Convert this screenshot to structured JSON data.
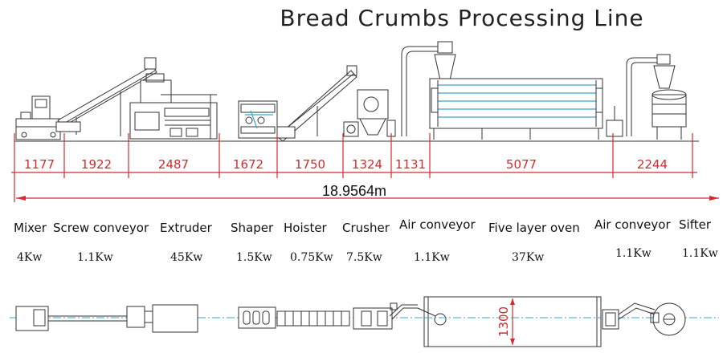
{
  "title": "Bread Crumbs Processing Line",
  "dimensions": [
    "1177",
    "1922",
    "2487",
    "1672",
    "1750",
    "1324",
    "1131",
    "5077",
    "2244"
  ],
  "total_length": "18.9564m",
  "oven_width": "1300",
  "machines": [
    {
      "name": "Mixer",
      "power": "4Kw"
    },
    {
      "name": "Screw conveyor",
      "power": "1.1Kw"
    },
    {
      "name": "Extruder",
      "power": "45Kw"
    },
    {
      "name": "Shaper",
      "power": "1.5Kw"
    },
    {
      "name": "Hoister",
      "power": "0.75Kw"
    },
    {
      "name": "Crusher",
      "power": "7.5Kw"
    },
    {
      "name": "Air conveyor",
      "power": "1.1Kw"
    },
    {
      "name": "Five layer oven",
      "power": "37Kw"
    },
    {
      "name": "Air conveyor",
      "power": "1.1Kw"
    },
    {
      "name": "Sifter",
      "power": "1.1Kw"
    }
  ],
  "colors": {
    "dimension": "#d42a2a",
    "centerline": "#3aa7c9",
    "linework": "#333333"
  }
}
